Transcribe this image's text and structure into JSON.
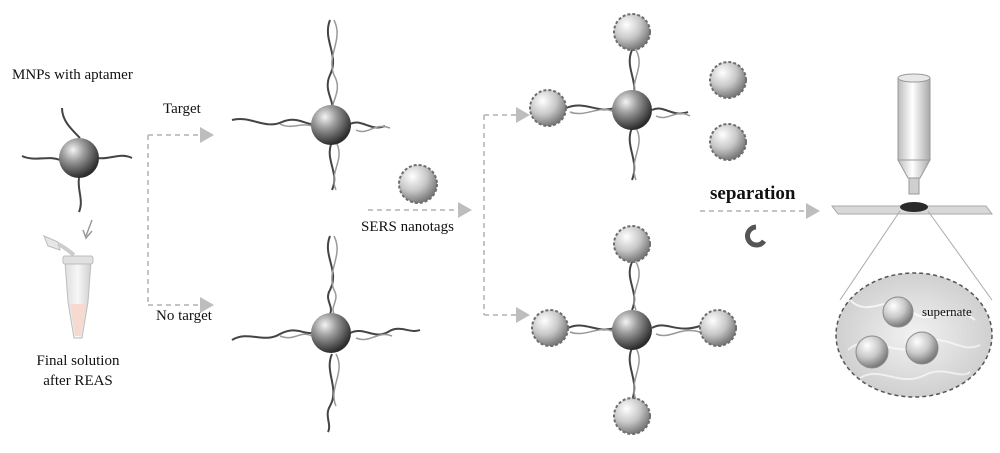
{
  "labels": {
    "mnps_with_aptamer": "MNPs with aptamer",
    "final_solution_line1": "Final solution",
    "final_solution_line2": "after REAS",
    "target": "Target",
    "no_target": "No target",
    "sers_nanotags": "SERS nanotags",
    "separation": "separation",
    "supernate": "supernate"
  }
}
